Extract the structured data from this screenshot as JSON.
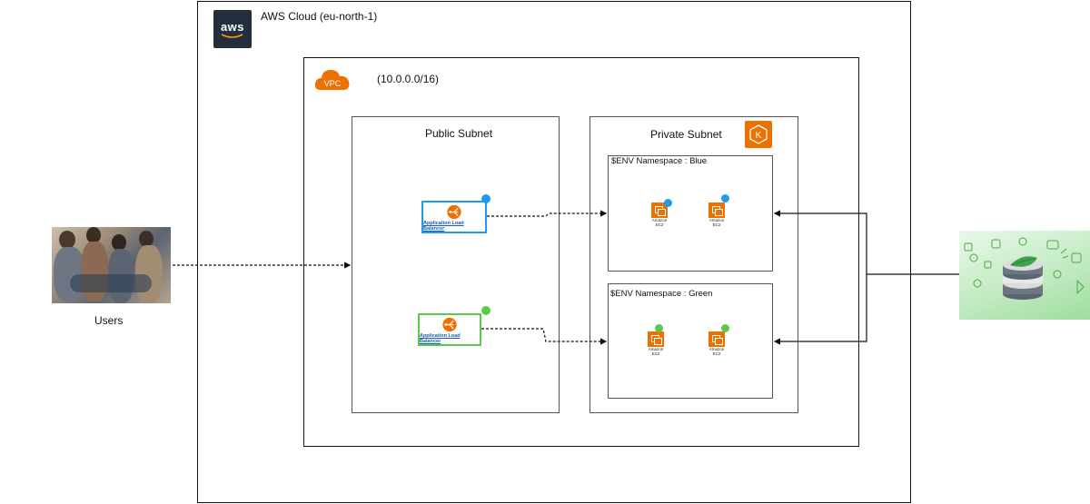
{
  "diagram": {
    "cloud": {
      "title": "AWS Cloud (eu-north-1)",
      "logo_text": "aws"
    },
    "vpc": {
      "cidr": "(10.0.0.0/16)",
      "badge_text": "VPC"
    },
    "public_subnet": {
      "title": "Public Subnet"
    },
    "private_subnet": {
      "title": "Private Subnet"
    },
    "namespaces": [
      {
        "label": "$ENV Namespace : Blue",
        "color": "#1e9be9"
      },
      {
        "label": "$ENV Namespace : Green",
        "color": "#5cc94d"
      }
    ],
    "load_balancer_caption": "Application Load Balancer",
    "ec2_caption_line1": "Amazon",
    "ec2_caption_line2": "EC2",
    "users": {
      "label": "Users"
    },
    "colors": {
      "aws_orange": "#ed7100",
      "blue": "#1e9be9",
      "green": "#5cc94d",
      "aws_dark": "#232f3e"
    }
  }
}
